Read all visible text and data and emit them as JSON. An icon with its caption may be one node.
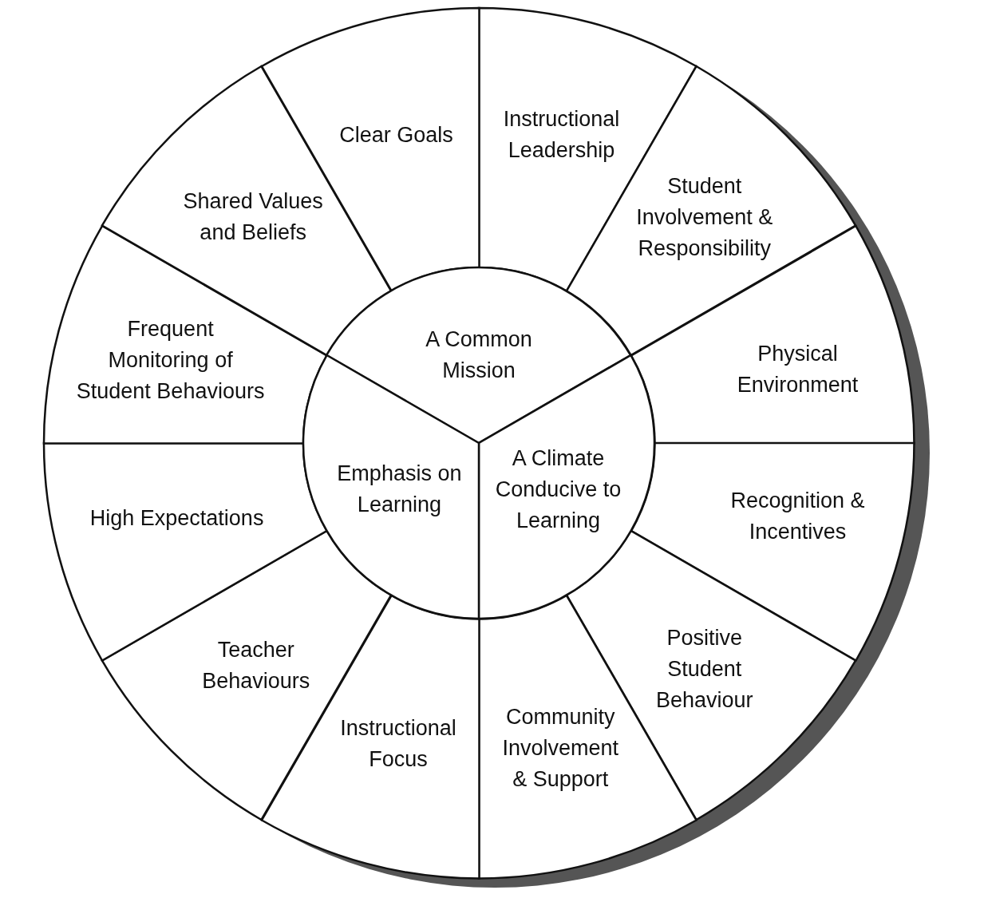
{
  "diagram": {
    "nodes": [
      {
        "text": [
          "Instructional Leadership"
        ]
      },
      {
        "text": [
          "Student Involvement & Responsibility"
        ]
      },
      {
        "text": [
          "Physical Environment"
        ]
      },
      {
        "text": [
          "Recognition & Incentives"
        ]
      },
      {
        "text": [
          "Positive Student Behaviour"
        ]
      },
      {
        "text": [
          "Community Involvement & Support"
        ]
      },
      {
        "text": [
          "Instructional Focus"
        ]
      },
      {
        "text": [
          "Teacher Behaviours"
        ]
      },
      {
        "text": [
          "High Expectations"
        ]
      },
      {
        "text": [
          "Frequent Monitoring of Student Behaviours"
        ]
      },
      {
        "text": [
          "Shared Values and Beliefs"
        ]
      },
      {
        "text": [
          "Clear Goals"
        ]
      },
      {
        "text": [
          "A Common Mission"
        ]
      },
      {
        "text": [
          "A Climate Conducive to Learning"
        ]
      },
      {
        "text": [
          "Emphasis on Learning"
        ]
      }
    ]
  }
}
